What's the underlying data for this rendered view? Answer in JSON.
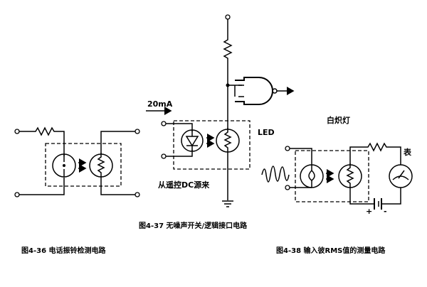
{
  "fig36": {
    "caption": "图4-36  电话振铃检测电路"
  },
  "fig37": {
    "caption": "图4-37  无噪声开关/逻辑接口电路",
    "current_label": "20mA",
    "led_label": "LED",
    "source_label": "从遥控DC源来"
  },
  "fig38": {
    "caption": "图4-38  输入彼RMS值的测量电路",
    "lamp_label": "白炽灯",
    "meter_label": "表",
    "plus_label": "+",
    "minus_label": "-"
  }
}
